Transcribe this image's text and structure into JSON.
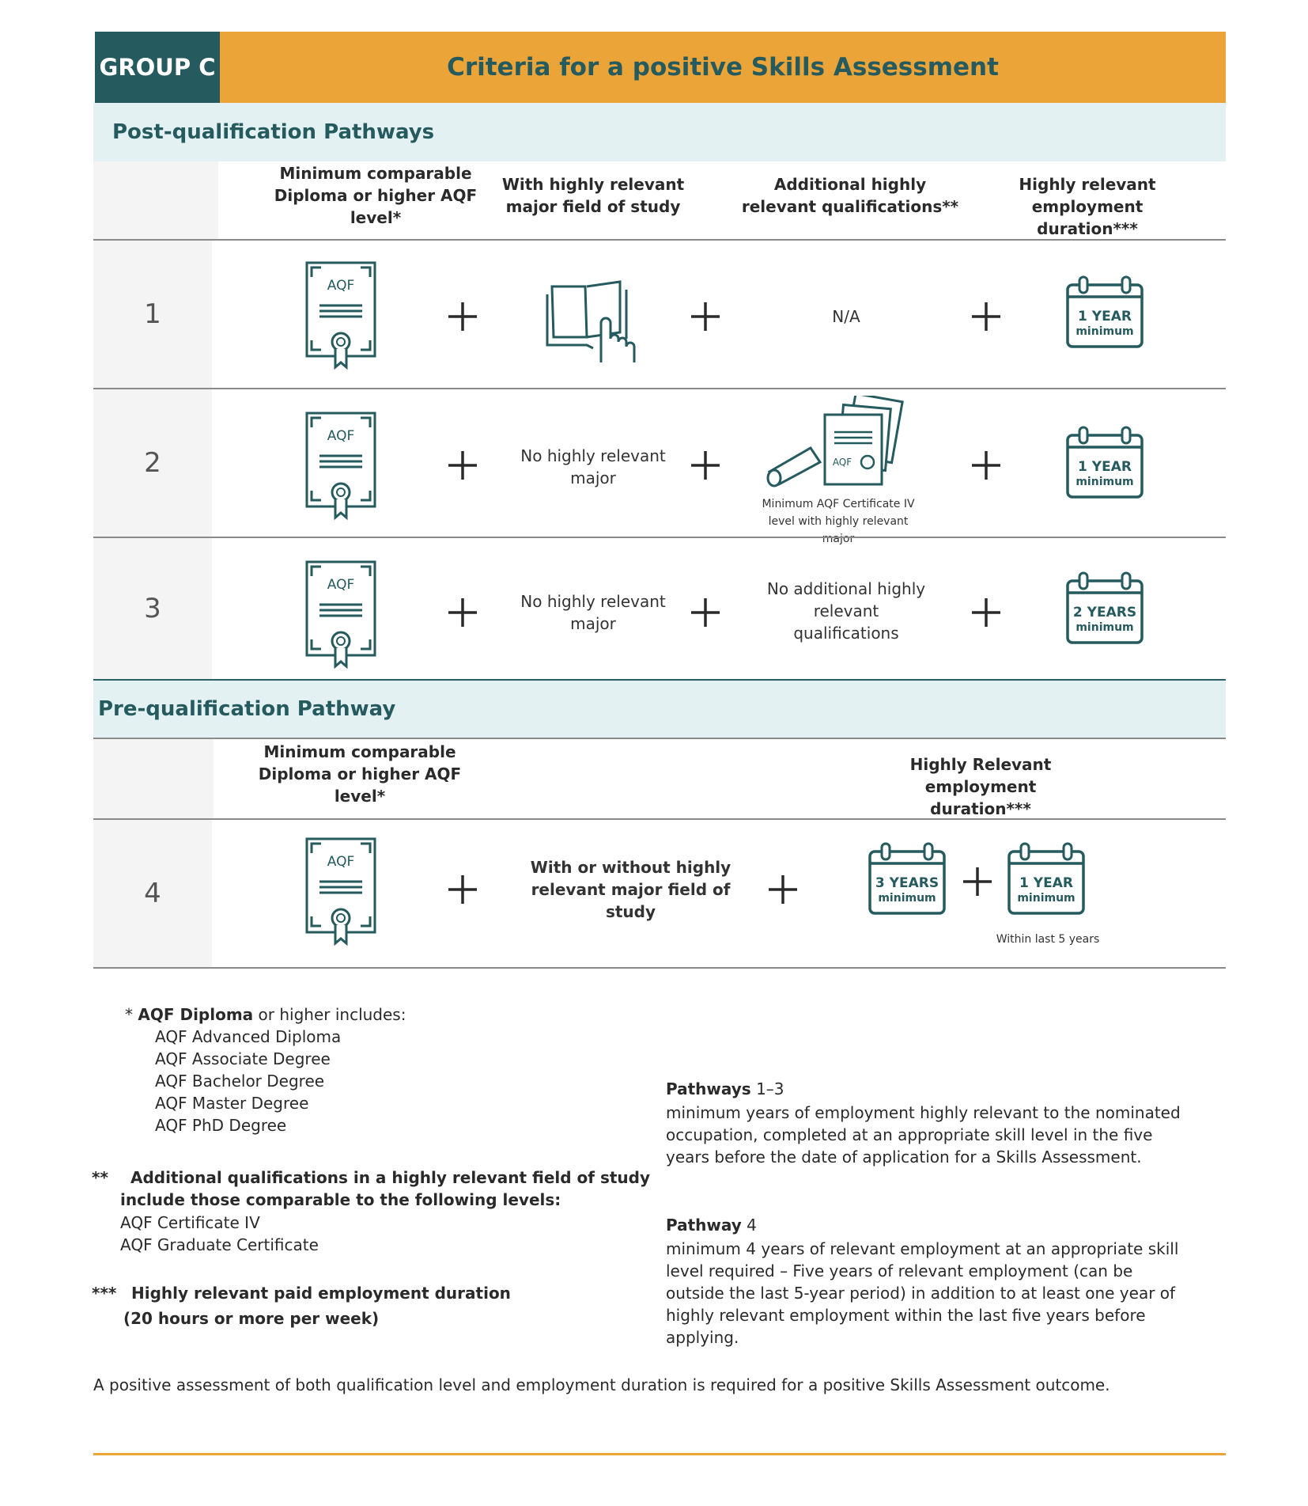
{
  "header": {
    "group_label": "GROUP C",
    "title": "Criteria for a positive Skills Assessment"
  },
  "post": {
    "section_title": "Post-qualification Pathways",
    "col1": "Minimum  comparable Diploma or higher AQF level*",
    "col2": "With highly relevant major field of study",
    "col3": "Additional highly relevant qualifications**",
    "col4": "Highly relevant employment duration***",
    "rows": [
      {
        "num": "1",
        "col3_text": "N/A",
        "cal_line1": "1 YEAR",
        "cal_line2": "minimum"
      },
      {
        "num": "2",
        "col2_text": "No highly relevant major",
        "col3_caption": "Minimum AQF Certificate IV level with highly relevant major",
        "cal_line1": "1 YEAR",
        "cal_line2": "minimum"
      },
      {
        "num": "3",
        "col2_text": "No highly relevant major",
        "col3_text": "No additional highly relevant qualifications",
        "cal_line1": "2 YEARS",
        "cal_line2": "minimum"
      }
    ]
  },
  "pre": {
    "section_title": "Pre-qualification Pathway",
    "col1": "Minimum  comparable Diploma  or higher AQF level*",
    "col4": "Highly Relevant employment duration***",
    "row": {
      "num": "4",
      "col2_text": "With or without highly relevant major field of study",
      "cal_a_line1": "3 YEARS",
      "cal_a_line2": "minimum",
      "cal_b_line1": "1 YEAR",
      "cal_b_line2": "minimum",
      "cal_b_caption": "Within last 5 years"
    }
  },
  "icons": {
    "aqf_label": "AQF",
    "plus": "+"
  },
  "footnotes": {
    "star1_mark": "*",
    "star1_bold": "AQF Diploma",
    "star1_rest": " or higher includes:",
    "star1_items": [
      "AQF Advanced Diploma",
      "AQF Associate Degree",
      "AQF Bachelor Degree",
      "AQF Master Degree",
      "AQF PhD Degree"
    ],
    "star2_mark": "**",
    "star2_line1": "Additional qualifications in a highly relevant field of study",
    "star2_line2": "include those comparable to the following levels:",
    "star2_items": [
      "AQF Certificate IV",
      "AQF Graduate Certificate"
    ],
    "star3_mark": "***",
    "star3_line1": "Highly relevant paid employment duration",
    "star3_line2": "(20 hours or more per week)",
    "p13_bold": "Pathways",
    "p13_rest": " 1–3",
    "p13_text": "minimum years of employment highly relevant to the nominated occupation, completed at an appropriate skill level in the five years before the date of application for a Skills Assessment.",
    "p4_bold": "Pathway",
    "p4_rest": " 4",
    "p4_text": "minimum 4 years of relevant employment at an appropriate skill level required – Five years of  relevant employment (can be outside the last 5-year period) in addition to at least one year of highly relevant employment within the last five years before applying.",
    "bottom_note": "A positive assessment of both qualification level and employment duration is required for a positive Skills Assessment outcome."
  },
  "colors": {
    "teal": "#255a5e",
    "orange": "#eaa438",
    "light_teal": "#e4f1f3"
  }
}
